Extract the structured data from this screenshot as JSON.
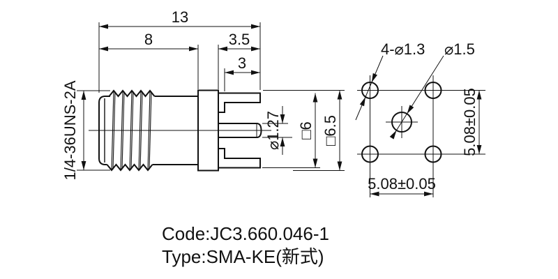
{
  "side_view": {
    "thread_spec": "1/4-36UNS-2A",
    "dim_total_length": "13",
    "dim_thread_body_length": "8",
    "dim_front_section_length": "3.5",
    "dim_leg_length": "3",
    "dim_pin_diameter": "⌀1.27",
    "dim_leg_square": "□6",
    "dim_flange_square": "□6.5"
  },
  "footprint": {
    "label_corner_holes": "4-⌀1.3",
    "label_center_hole": "⌀1.5",
    "dim_horizontal_pitch": "5.08±0.05",
    "dim_vertical_pitch": "5.08±0.05"
  },
  "title_block": {
    "code": "Code:JC3.660.046-1",
    "type": "Type:SMA-KE(新式)"
  },
  "colors": {
    "line": "#111111",
    "background": "#ffffff"
  }
}
